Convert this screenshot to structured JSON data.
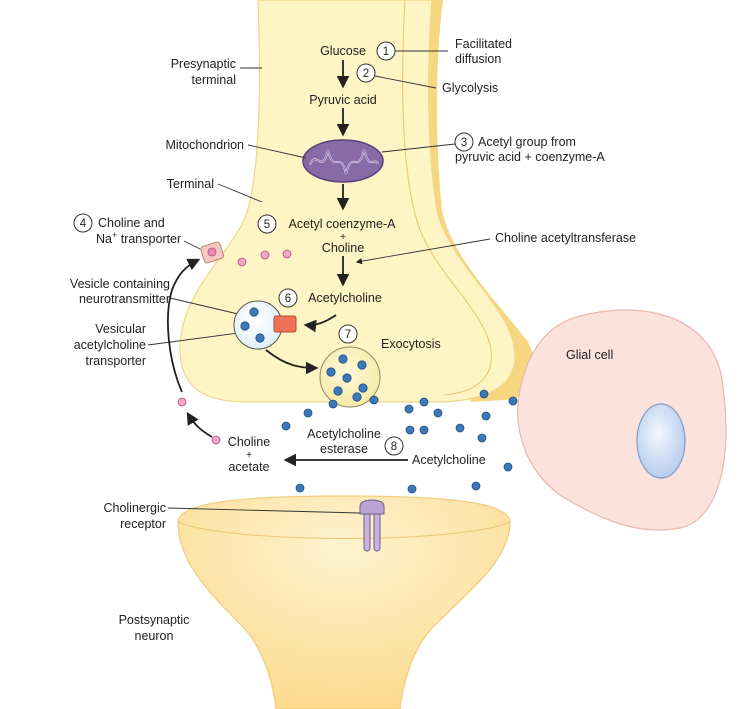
{
  "colors": {
    "terminal_fill": "#fdf3c6",
    "terminal_edge": "#f7d98a",
    "post_fill": "#fde7a6",
    "glia_fill": "#fbe3df",
    "glia_nucleus": "#cfe0f6",
    "mito_fill": "#8a6aa6",
    "vesicle_fill": "#eef6fb",
    "ach_dot": "#3d79b9",
    "choline_dot": "#e98bb5",
    "transporter_pink": "#f6c6c0",
    "transporter_red": "#ee7158",
    "receptor_fill": "#c8b3dd"
  },
  "labels": {
    "presynaptic_terminal": [
      "Presynaptic",
      "terminal"
    ],
    "mitochondrion": "Mitochondrion",
    "terminal": "Terminal",
    "choline_transporter": [
      "Choline and",
      "Na",
      "+",
      " transporter"
    ],
    "vesicle_containing": [
      "Vesicle containing",
      "neurotransmitter"
    ],
    "vesicular_transporter": [
      "Vesicular",
      "acetylcholine",
      "transporter"
    ],
    "cholinergic_receptor": [
      "Cholinergic",
      "receptor"
    ],
    "postsynaptic_neuron": [
      "Postsynaptic",
      "neuron"
    ],
    "glucose": "Glucose",
    "pyruvic_acid": "Pyruvic acid",
    "acetyl_coa": "Acetyl coenzyme-A",
    "plus": "+",
    "choline": "Choline",
    "acetylcholine_inside": "Acetylcholine",
    "exocytosis": "Exocytosis",
    "ache": [
      "Acetylcholine",
      "esterase"
    ],
    "acetylcholine_cleft": "Acetylcholine",
    "choline_acetate": [
      "Choline",
      "+",
      "acetate"
    ],
    "facilitated_diffusion": [
      "Facilitated",
      "diffusion"
    ],
    "glycolysis": "Glycolysis",
    "acetyl_group": [
      "Acetyl group from",
      "pyruvic acid + coenzyme-A"
    ],
    "choline_acetyltransferase": "Choline acetyltransferase",
    "glial_cell": "Glial cell"
  },
  "steps": [
    "1",
    "2",
    "3",
    "4",
    "5",
    "6",
    "7",
    "8"
  ]
}
